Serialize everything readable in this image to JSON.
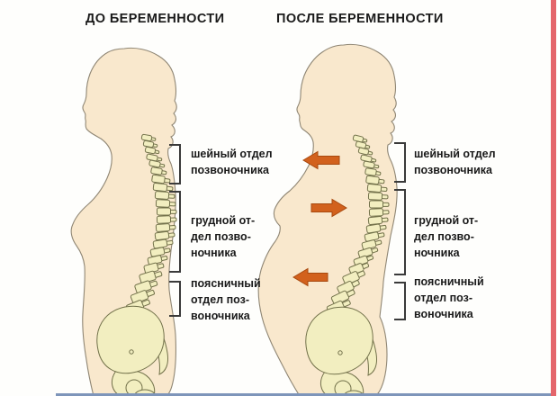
{
  "diagram": {
    "titles": {
      "before": "ДО БЕРЕМЕННОСТИ",
      "after": "ПОСЛЕ БЕРЕМЕННОСТИ"
    }
  },
  "spine_labels": {
    "before": [
      {
        "region": "cervical",
        "lines": [
          "шейный отдел",
          "позвоночника"
        ]
      },
      {
        "region": "thoracic",
        "lines": [
          "грудной от-",
          "дел позво-",
          "ночника"
        ]
      },
      {
        "region": "lumbar",
        "lines": [
          "поясничный",
          "отдел поз-",
          "воночника"
        ]
      }
    ],
    "after": [
      {
        "region": "cervical",
        "lines": [
          "шейный отдел",
          "позвоночника"
        ]
      },
      {
        "region": "thoracic",
        "lines": [
          "грудной от-",
          "дел позво-",
          "ночника"
        ]
      },
      {
        "region": "lumbar",
        "lines": [
          "поясничный",
          "отдел поз-",
          "воночника"
        ]
      }
    ]
  },
  "arrows": [
    {
      "region": "cervical",
      "direction": "left"
    },
    {
      "region": "thoracic",
      "direction": "right"
    },
    {
      "region": "lumbar",
      "direction": "left"
    }
  ],
  "colors": {
    "arrow": "#d2611d",
    "body_fill": "#f9e8cd",
    "body_outline": "#8f8674",
    "bone_fill": "#f2eec0",
    "bone_outline": "#72714a",
    "bottom_edge_strip": "#7e95ba",
    "right_edge_strip": "#e4656b",
    "text": "#1a1a1a"
  }
}
